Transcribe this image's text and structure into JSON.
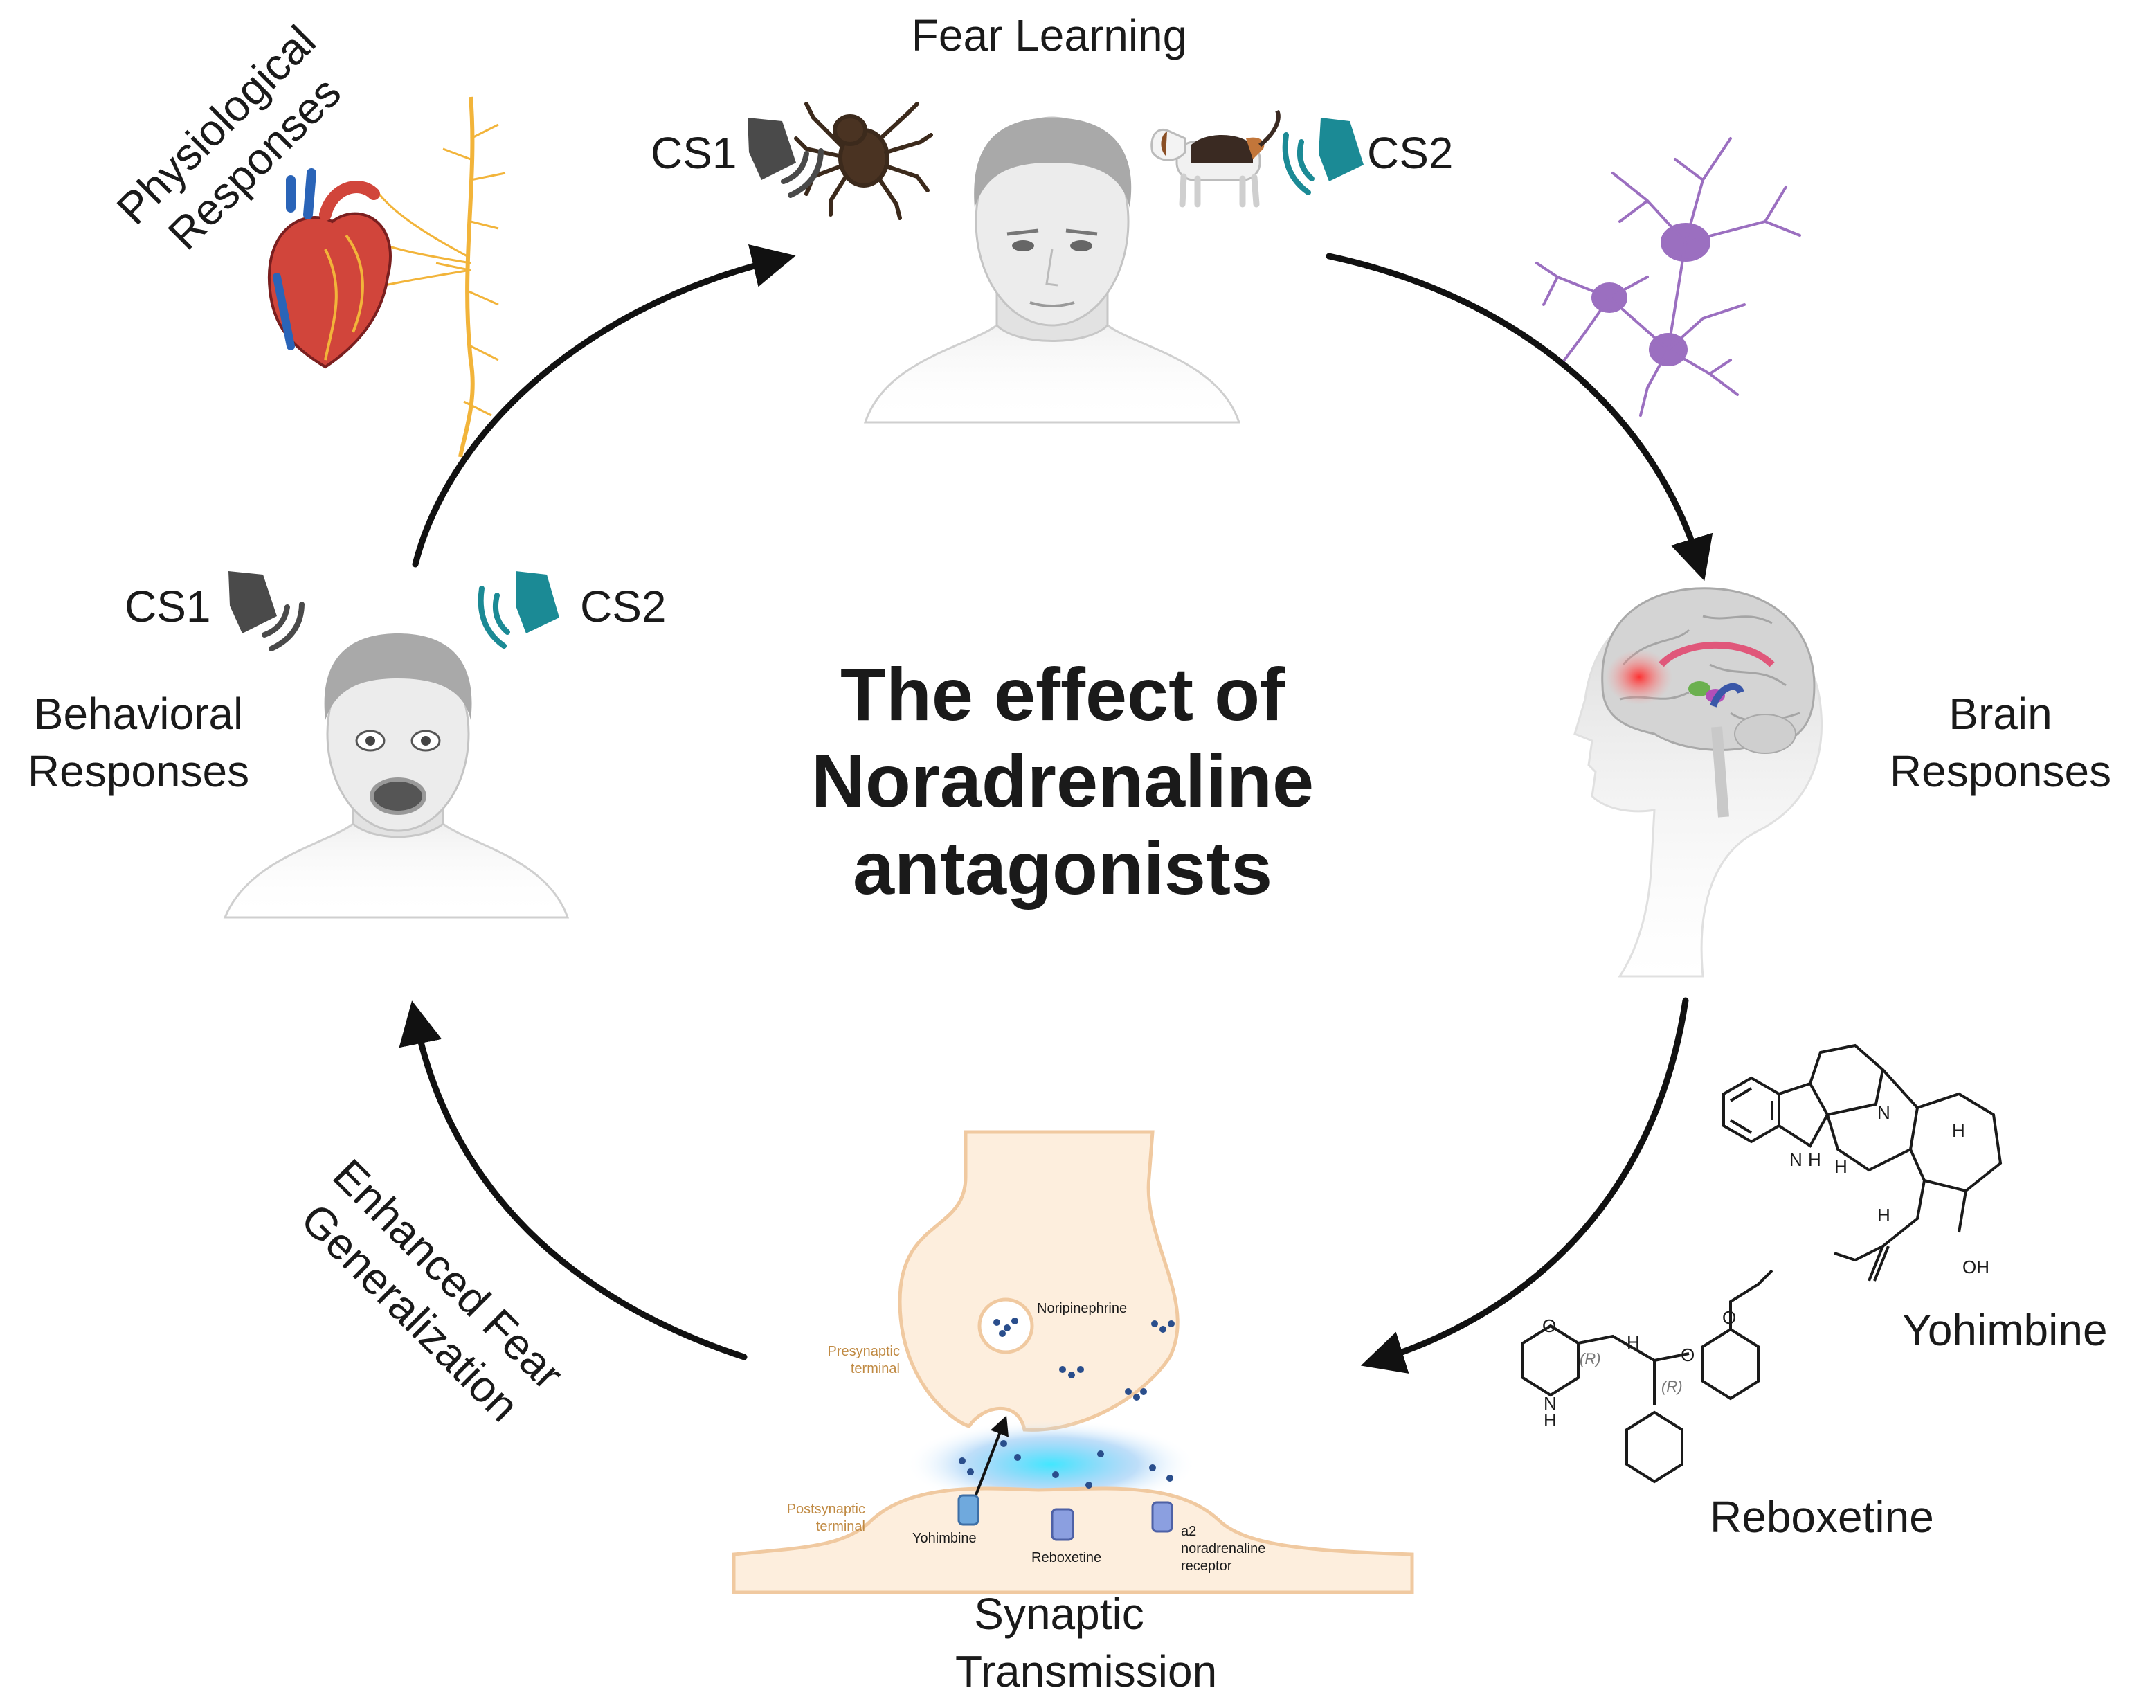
{
  "title": "The effect of Noradrenaline antagonists",
  "stages": {
    "top": "Fear Learning",
    "right": "Brain Responses",
    "bottom": "Synaptic Transmission",
    "left": "Behavioral Responses",
    "lower_left_arrow": "Enhanced Fear Generalization",
    "upper_left_corner": "Physiological Responses"
  },
  "stimuli": {
    "cs1": "CS1",
    "cs2": "CS2",
    "cs1_color": "#4a4a4a",
    "cs2_color": "#1b8a95"
  },
  "synapse": {
    "neurotransmitter": "Noripinephrine",
    "presynaptic": "Presynaptic terminal",
    "postsynaptic": "Postsynaptic terminal",
    "receptor_1": "Yohimbine",
    "receptor_2": "Reboxetine",
    "receptor_3": "a2 noradrenaline receptor"
  },
  "drugs": {
    "yohimbine": {
      "name": "Yohimbine",
      "atoms": {
        "n_ring": "N",
        "nh": "N",
        "h_amine": "H",
        "h1": "H",
        "h2": "H",
        "h3": "H",
        "oh": "OH"
      }
    },
    "reboxetine": {
      "name": "Reboxetine",
      "atoms": {
        "o_ring": "O",
        "nh": "N",
        "h_n": "H",
        "h_c": "H",
        "o_ether": "O",
        "o_ethoxy": "O",
        "r1": "(R)",
        "r2": "(R)"
      }
    }
  },
  "colors": {
    "arrow": "#111111",
    "neuron": "#9b6fc0",
    "nerve": "#f2b43a",
    "skin": "#dedede",
    "synapse_fill": "#fdeedd",
    "synapse_stroke": "#f0c9a0",
    "cleft_glow": "#3fd3f0",
    "vesicle_dot": "#2a4e8c"
  }
}
